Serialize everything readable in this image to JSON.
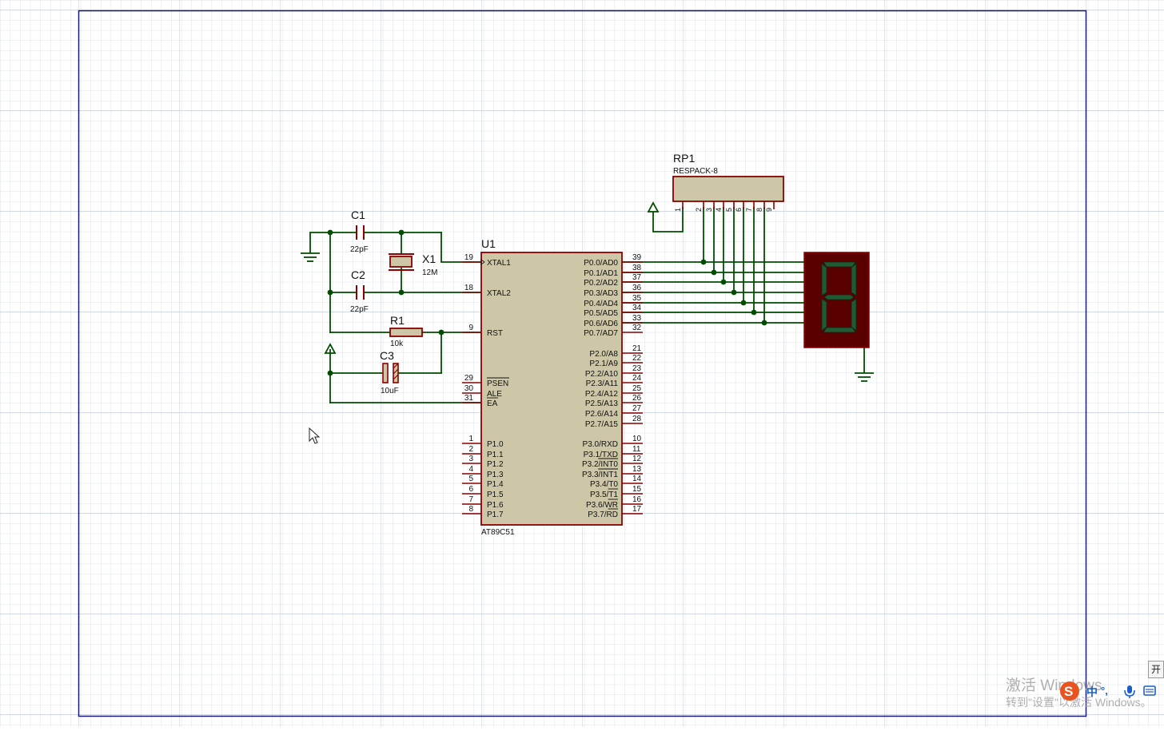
{
  "schematic": {
    "components": {
      "u1": {
        "ref": "U1",
        "part": "AT89C51"
      },
      "rp1": {
        "ref": "RP1",
        "part": "RESPACK-8",
        "pins": [
          "1",
          "2",
          "3",
          "4",
          "5",
          "6",
          "7",
          "8",
          "9"
        ]
      },
      "c1": {
        "ref": "C1",
        "value": "22pF"
      },
      "c2": {
        "ref": "C2",
        "value": "22pF"
      },
      "c3": {
        "ref": "C3",
        "value": "10uF"
      },
      "x1": {
        "ref": "X1",
        "value": "12M"
      },
      "r1": {
        "ref": "R1",
        "value": "10k"
      }
    },
    "u1_left_pins": [
      {
        "num": "19",
        "name": "XTAL1"
      },
      {
        "num": "18",
        "name": "XTAL2"
      },
      {
        "num": "9",
        "name": "RST"
      },
      {
        "num": "29",
        "name": "PSEN"
      },
      {
        "num": "30",
        "name": "ALE"
      },
      {
        "num": "31",
        "name": "EA"
      },
      {
        "num": "1",
        "name": "P1.0"
      },
      {
        "num": "2",
        "name": "P1.1"
      },
      {
        "num": "3",
        "name": "P1.2"
      },
      {
        "num": "4",
        "name": "P1.3"
      },
      {
        "num": "5",
        "name": "P1.4"
      },
      {
        "num": "6",
        "name": "P1.5"
      },
      {
        "num": "7",
        "name": "P1.6"
      },
      {
        "num": "8",
        "name": "P1.7"
      }
    ],
    "u1_right_pins": [
      {
        "num": "39",
        "name": "P0.0/AD0"
      },
      {
        "num": "38",
        "name": "P0.1/AD1"
      },
      {
        "num": "37",
        "name": "P0.2/AD2"
      },
      {
        "num": "36",
        "name": "P0.3/AD3"
      },
      {
        "num": "35",
        "name": "P0.4/AD4"
      },
      {
        "num": "34",
        "name": "P0.5/AD5"
      },
      {
        "num": "33",
        "name": "P0.6/AD6"
      },
      {
        "num": "32",
        "name": "P0.7/AD7"
      },
      {
        "num": "21",
        "name": "P2.0/A8"
      },
      {
        "num": "22",
        "name": "P2.1/A9"
      },
      {
        "num": "23",
        "name": "P2.2/A10"
      },
      {
        "num": "24",
        "name": "P2.3/A11"
      },
      {
        "num": "25",
        "name": "P2.4/A12"
      },
      {
        "num": "26",
        "name": "P2.5/A13"
      },
      {
        "num": "27",
        "name": "P2.6/A14"
      },
      {
        "num": "28",
        "name": "P2.7/A15"
      },
      {
        "num": "10",
        "name": "P3.0/RXD"
      },
      {
        "num": "11",
        "name": "P3.1/TXD"
      },
      {
        "num": "12",
        "name": "P3.2/INT0"
      },
      {
        "num": "13",
        "name": "P3.3/INT1"
      },
      {
        "num": "14",
        "name": "P3.4/T0"
      },
      {
        "num": "15",
        "name": "P3.5/T1"
      },
      {
        "num": "16",
        "name": "P3.6/WR"
      },
      {
        "num": "17",
        "name": "P3.7/RD"
      }
    ],
    "seven_segment": {
      "digit": "8"
    }
  },
  "overlay": {
    "ime_label": "中",
    "ime_punct": "°,",
    "watermark_line1": "激活 Windows",
    "watermark_line2": "转到\"设置\"以激活 Windows。",
    "corner_button": "开"
  },
  "colors": {
    "wire": "#004d00",
    "component_outline": "#8b0000",
    "chip_fill": "#cdc7a8",
    "display_body": "#5a0000",
    "segment": "#1f5a33",
    "grid_minor": "#dde2e8",
    "grid_major": "#c4cbd4",
    "sheet_border": "#1a1a6e"
  }
}
